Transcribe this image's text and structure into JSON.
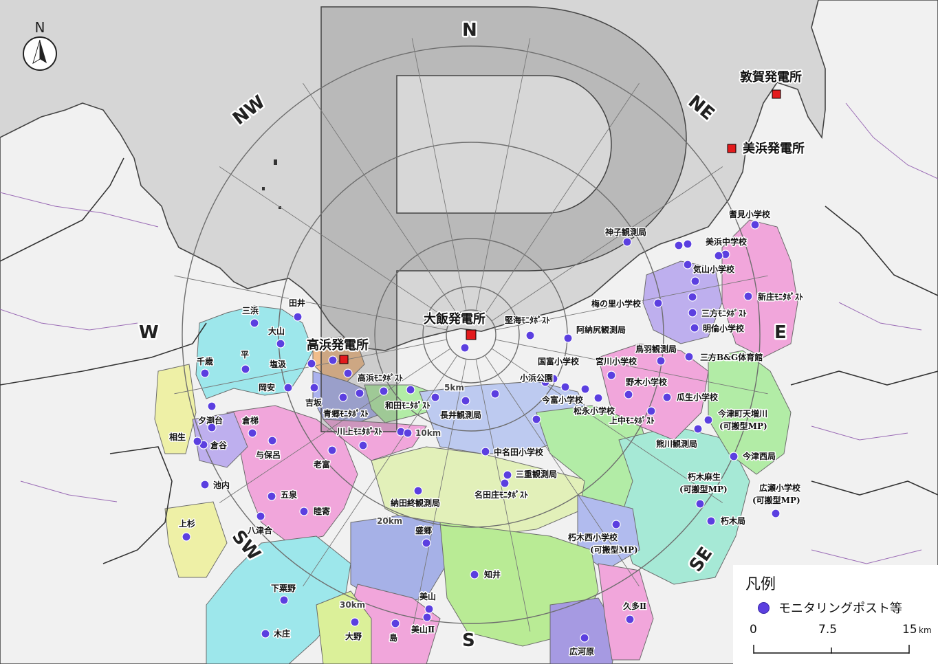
{
  "map": {
    "colors": {
      "sea": "#d6d6d6",
      "land": "#f1f1f1",
      "boundary": "#444444",
      "sub_boundary": "#9a6bb5",
      "station": "#5b3fe0",
      "plant": "#e31a1c",
      "rings": "#6e6e6e"
    },
    "north_label": "N",
    "directions": {
      "n": "N",
      "ne": "NE",
      "e": "E",
      "se": "SE",
      "s": "S",
      "sw": "SW",
      "w": "W",
      "nw": "NW"
    },
    "ring_labels": {
      "r5": "5km",
      "r10": "10km",
      "r20": "20km",
      "r30": "30km"
    },
    "plants": {
      "ohi": "大飯発電所",
      "takahama": "高浜発電所",
      "tsuruga": "敦賀発電所",
      "mihama": "美浜発電所"
    },
    "stations": [
      "神子観測局",
      "耆見小学校",
      "美浜中学校",
      "気山小学校",
      "新庄ﾓﾆﾀﾎﾟｽﾄ",
      "梅の里小学校",
      "三方ﾓﾆﾀﾎﾟｽﾄ",
      "明倫小学校",
      "堅海ﾓﾆﾀﾎﾟｽﾄ",
      "阿納尻観測局",
      "鳥羽観測局",
      "三方B&G体育館",
      "国富小学校",
      "宮川小学校",
      "野木小学校",
      "小浜公園",
      "今富小学校",
      "瓜生小学校",
      "松永小学校",
      "上中ﾓﾆﾀﾎﾟｽﾄ",
      "今津町天増川",
      "(可搬型MP)",
      "熊川観測局",
      "中名田小学校",
      "今津西局",
      "三重観測局",
      "名田庄ﾓﾆﾀﾎﾟｽﾄ",
      "朽木麻生",
      "(可搬型MP)",
      "広瀬小学校",
      "(可搬型MP)",
      "朽木局",
      "朽木西小学校",
      "(可搬型MP)",
      "納田終観測局",
      "盛郷",
      "知井",
      "美山",
      "美山Ⅱ",
      "久多Ⅱ",
      "広河原",
      "島",
      "大野",
      "木庄",
      "下粟野",
      "上杉",
      "八津合",
      "五泉",
      "睦寄",
      "池内",
      "老富",
      "倉谷",
      "相生",
      "倉梯",
      "与保呂",
      "夕潮台",
      "千歳",
      "平",
      "三浜",
      "大山",
      "田井",
      "塩汲",
      "岡安",
      "吉坂",
      "青郷ﾓﾆﾀﾎﾟｽﾄ",
      "高浜ﾓﾆﾀﾎﾟｽﾄ",
      "和田ﾓﾆﾀﾎﾟｽﾄ",
      "長井観測局",
      "川上ﾓﾆﾀﾎﾟｽﾄ"
    ]
  },
  "legend": {
    "title": "凡例",
    "item": "モニタリングポスト等",
    "scale": {
      "zero": "0",
      "mid": "7.5",
      "max": "15",
      "unit": "km"
    }
  }
}
